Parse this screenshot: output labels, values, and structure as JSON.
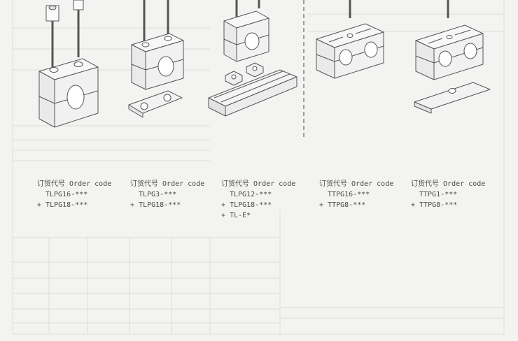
{
  "products": [
    {
      "heading_cn": "订货代号",
      "heading_en": "Order code",
      "lines": [
        {
          "prefix": "",
          "code": "TLPG16-***"
        },
        {
          "prefix": "+",
          "code": "TLPG18-***"
        }
      ]
    },
    {
      "heading_cn": "订货代号",
      "heading_en": "Order code",
      "lines": [
        {
          "prefix": "",
          "code": "TLPG3-***"
        },
        {
          "prefix": "+",
          "code": "TLPG18-***"
        }
      ]
    },
    {
      "heading_cn": "订货代号",
      "heading_en": "Order code",
      "lines": [
        {
          "prefix": "",
          "code": "TLPG12-***"
        },
        {
          "prefix": "+",
          "code": "TLPG18-***"
        },
        {
          "prefix": "+",
          "code": "TL-E*"
        }
      ]
    },
    {
      "heading_cn": "订货代号",
      "heading_en": "Order code",
      "lines": [
        {
          "prefix": "",
          "code": "TTPG16-***"
        },
        {
          "prefix": "+",
          "code": "TTPG8-***"
        }
      ]
    },
    {
      "heading_cn": "订货代号",
      "heading_en": "Order code",
      "lines": [
        {
          "prefix": "",
          "code": "TTPG1-***"
        },
        {
          "prefix": "+",
          "code": "TTPG8-***"
        }
      ]
    }
  ]
}
